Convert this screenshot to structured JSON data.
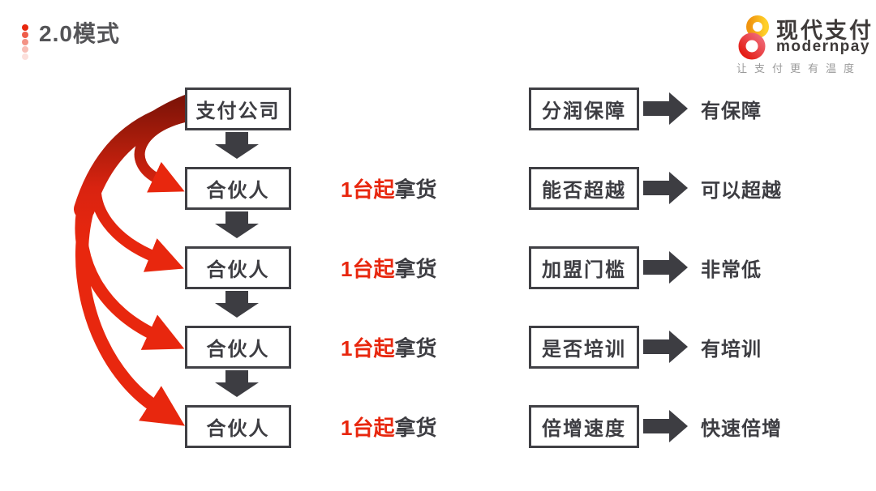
{
  "header": {
    "title": "2.0模式"
  },
  "logo": {
    "name_cn": "现代支付",
    "name_en": "modernpay",
    "tagline": "让支付更有温度",
    "colors": {
      "ring_top_start": "#f0940f",
      "ring_top_end": "#ffd029",
      "ring_bottom_start": "#e3170d",
      "ring_bottom_end": "#ef6a79",
      "text": "#3e3a39",
      "tagline_text": "#9b9b9b"
    }
  },
  "left_flow": {
    "root_label": "支付公司",
    "rows": [
      {
        "label": "合伙人",
        "note_red": "1台起",
        "note_dark": "拿货"
      },
      {
        "label": "合伙人",
        "note_red": "1台起",
        "note_dark": "拿货"
      },
      {
        "label": "合伙人",
        "note_red": "1台起",
        "note_dark": "拿货"
      },
      {
        "label": "合伙人",
        "note_red": "1台起",
        "note_dark": "拿货"
      }
    ]
  },
  "right_panel": {
    "rows": [
      {
        "label": "分润保障",
        "result": "有保障"
      },
      {
        "label": "能否超越",
        "result": "可以超越"
      },
      {
        "label": "加盟门槛",
        "result": "非常低"
      },
      {
        "label": "是否培训",
        "result": "有培训"
      },
      {
        "label": "倍增速度",
        "result": "快速倍增"
      }
    ]
  },
  "colors": {
    "accent_red": "#e8270e",
    "accent_red_dark": "#6f1007",
    "dark_gray": "#3d3d42",
    "box_border": "#404045",
    "title_text": "#545457"
  }
}
